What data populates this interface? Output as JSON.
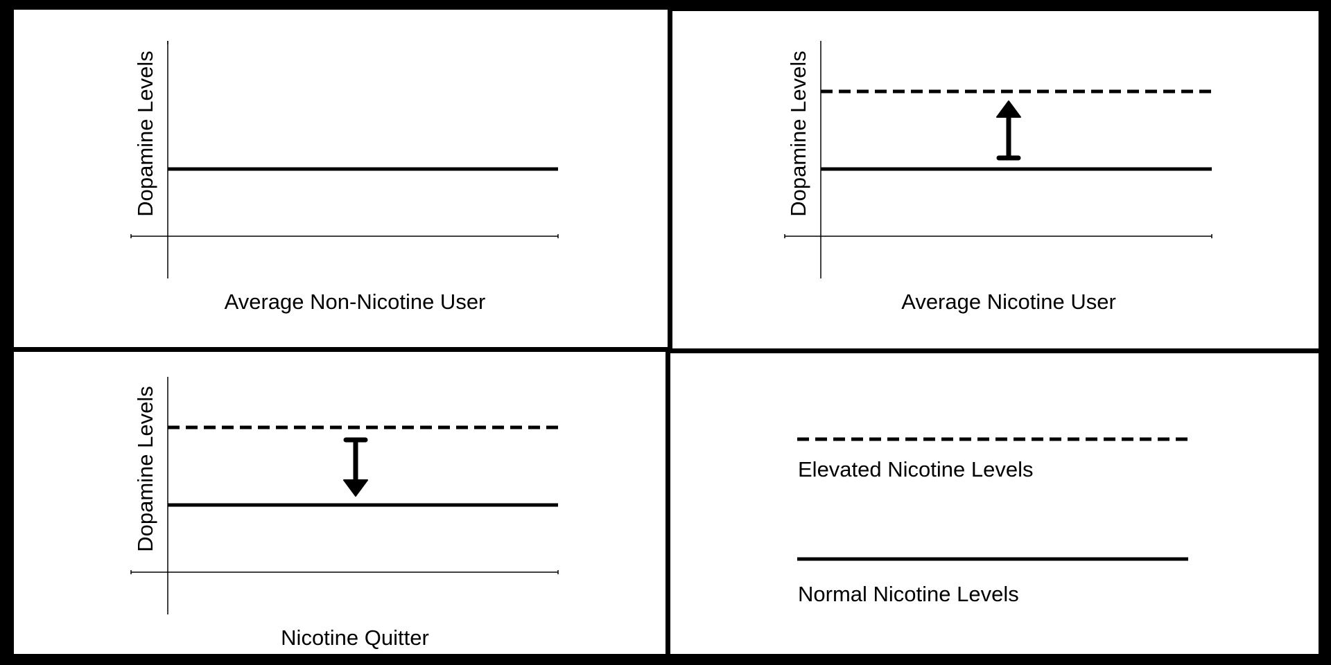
{
  "panels": [
    {
      "id": "non-user",
      "y_axis_label": "Dopamine Levels",
      "caption": "Average Non-Nicotine User",
      "lines": [
        "normal"
      ],
      "arrow": null
    },
    {
      "id": "user",
      "y_axis_label": "Dopamine Levels",
      "caption": "Average Nicotine User",
      "lines": [
        "normal",
        "elevated"
      ],
      "arrow": "up"
    },
    {
      "id": "quitter",
      "y_axis_label": "Dopamine Levels",
      "caption": "Nicotine Quitter",
      "lines": [
        "normal",
        "elevated"
      ],
      "arrow": "down"
    }
  ],
  "legend": {
    "elevated_label": "Elevated Nicotine Levels",
    "normal_label": "Normal Nicotine Levels"
  },
  "colors": {
    "background": "#000000",
    "panel": "#ffffff",
    "ink": "#000000"
  }
}
